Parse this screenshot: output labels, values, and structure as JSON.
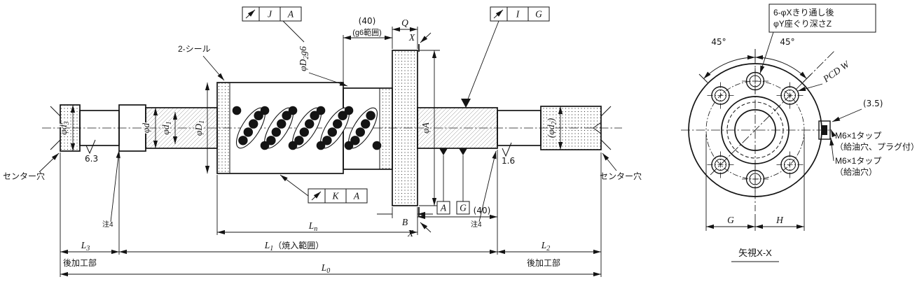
{
  "side_view": {
    "labels": {
      "seals": "2-シール",
      "center_hole_left": "センター穴",
      "center_hole_right": "センター穴",
      "note4_left": "注4",
      "note4_right": "注4",
      "post_machined_left": "後加工部",
      "post_machined_right": "後加工部"
    },
    "frames": {
      "ja": {
        "tol": "J",
        "datum": "A"
      },
      "ig": {
        "tol": "I",
        "datum": "G"
      },
      "ka": {
        "tol": "K",
        "datum": "A"
      }
    },
    "datums": {
      "a": "A",
      "g": "G"
    },
    "dims": {
      "q": "Q",
      "x_top": "X",
      "x_bottom": "X",
      "b": "B",
      "len40_pilot": "(40)",
      "g6_range": "(g6範囲)",
      "len40_right": "(40)",
      "finish_rough": "6.3",
      "finish_fine": "1.6",
      "phi_d3": {
        "b": "φd",
        "s": "3",
        "t": ""
      },
      "phi_d": {
        "b": "φd",
        "s": "",
        "t": ""
      },
      "phi_d1": {
        "b": "φd",
        "s": "1",
        "t": ""
      },
      "phi_D1": {
        "b": "φD",
        "s": "1",
        "t": ""
      },
      "phi_D2": {
        "b": "φD",
        "s": "2",
        "t": "g6"
      },
      "phi_A": {
        "b": "φA",
        "s": "",
        "t": ""
      },
      "phi_d2": {
        "b": "(φd",
        "s": "2",
        "t": ")"
      },
      "ln": {
        "b": "L",
        "s": "n",
        "t": ""
      },
      "l3": {
        "b": "L",
        "s": "3",
        "t": ""
      },
      "l1": {
        "b": "L",
        "s": "1",
        "t": "（焼入範囲）"
      },
      "l2": {
        "b": "L",
        "s": "2",
        "t": ""
      },
      "l0": {
        "b": "L",
        "s": "0",
        "t": ""
      }
    }
  },
  "end_view": {
    "labels": {
      "holes_note_line1": "6-φXきり通し後",
      "holes_note_line2": "φY座ぐり深さZ",
      "angle_left": "45°",
      "angle_right": "45°",
      "pcd": "PCD W",
      "offset": "(3.5)",
      "tap_plug_line1": "M6×1タップ",
      "tap_plug_line2": "（給油穴、プラグ付）",
      "tap_oil_line1": "M6×1タップ",
      "tap_oil_line2": "（給油穴）",
      "dim_g": "G",
      "dim_h": "H",
      "view_title": "矢視X-X"
    }
  }
}
